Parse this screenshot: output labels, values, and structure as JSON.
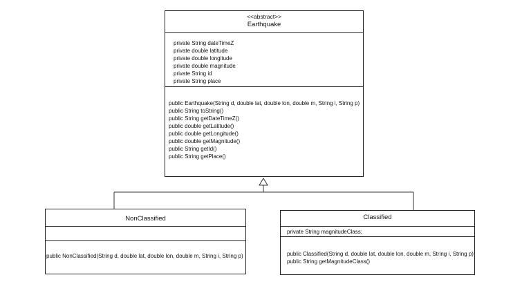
{
  "earthquake": {
    "stereotype": "<<abstract>>",
    "name": "Earthquake",
    "attributes": [
      "private String dateTimeZ",
      "private double latitude",
      "private double longitude",
      "private double magnitude",
      "private String id",
      "private String place"
    ],
    "methods": [
      "public Earthquake(String d, double lat, double lon, double m, String i, String p)",
      "public String toString()",
      "public String getDateTimeZ()",
      "public double getLatitude()",
      "public double getLongitude()",
      "public double getMagnitude()",
      "public String getId()",
      "public String getPlace()"
    ]
  },
  "nonclassified": {
    "name": "NonClassified",
    "attributes": [],
    "methods": [
      "public NonClassified(String d, double lat, double lon, double m, String i, String p)"
    ]
  },
  "classified": {
    "name": "Classified",
    "attributes": [
      "private String magnitudeClass;"
    ],
    "methods": [
      "public Classified(String d, double lat, double lon, double m, String i, String p)",
      "public String getMagnitudeClass()"
    ]
  }
}
